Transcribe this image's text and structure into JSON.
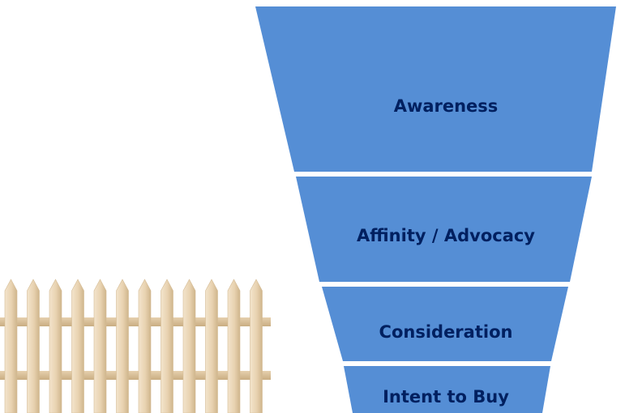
{
  "funnel": {
    "fill_color": "#558ED5",
    "label_color": "#002060",
    "stages": [
      {
        "label": "Awareness"
      },
      {
        "label": "Affinity / Advocacy"
      },
      {
        "label": "Consideration"
      },
      {
        "label": "Intent to Buy"
      }
    ]
  },
  "fence": {
    "picket_color": "#EBD7B8",
    "picket_shadow_color": "#D4BB94",
    "rail_color": "#DCC29C"
  }
}
